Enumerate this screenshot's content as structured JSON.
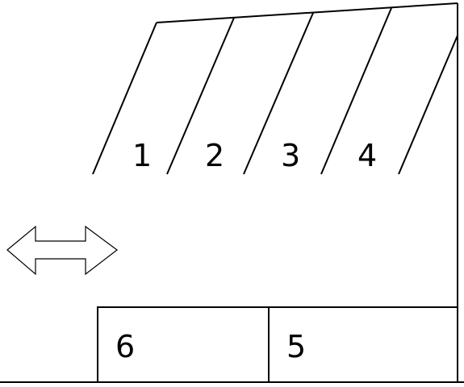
{
  "spaces": {
    "angled": [
      "1",
      "2",
      "3",
      "4"
    ],
    "boxed": [
      "6",
      "5"
    ]
  },
  "arrow": {
    "icon": "double-arrow-icon",
    "direction": "horizontal"
  }
}
